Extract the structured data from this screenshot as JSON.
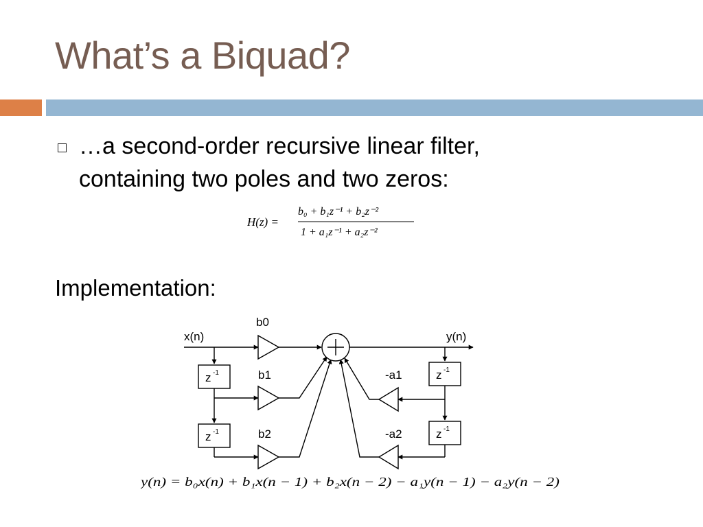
{
  "slide": {
    "title": "What’s a Biquad?",
    "bullet_line_1": "…a second-order recursive linear filter,",
    "bullet_line_2": "containing two poles and two zeros:",
    "implementation_label": "Implementation:"
  },
  "transfer_function": {
    "lhs": "H(z) =",
    "numerator": "b₀ + b₁z⁻¹ + b₂z⁻²",
    "denominator": "1 + a₁z⁻¹ + a₂z⁻²"
  },
  "diagram": {
    "input_label": "x(n)",
    "output_label": "y(n)",
    "delay_label": "z",
    "delay_exponent": "-1",
    "gains_feedforward": [
      "b0",
      "b1",
      "b2"
    ],
    "gains_feedback": [
      "-a1",
      "-a2"
    ]
  },
  "difference_equation": "y(n) = b₀x(n) + b₁x(n − 1) + b₂x(n − 2) − a₁y(n − 1) − a₂y(n − 2)",
  "colors": {
    "title": "#765d52",
    "accent_bar": "#dd8047",
    "main_bar": "#94b6d2"
  }
}
